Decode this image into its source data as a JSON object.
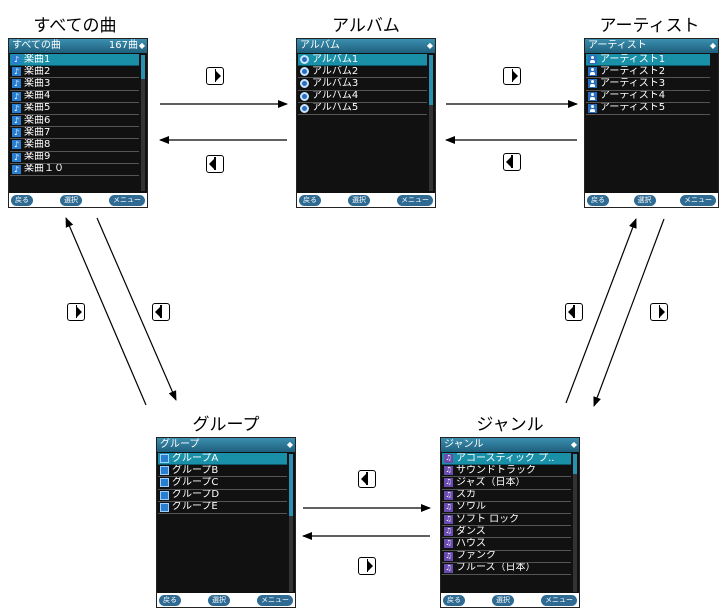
{
  "nodes": {
    "all_songs": {
      "title": "すべての曲",
      "header": "すべての曲",
      "count": "167曲",
      "items": [
        "楽曲1",
        "楽曲2",
        "楽曲3",
        "楽曲4",
        "楽曲5",
        "楽曲6",
        "楽曲7",
        "楽曲8",
        "楽曲9",
        "楽曲１０"
      ]
    },
    "album": {
      "title": "アルバム",
      "header": "アルバム",
      "items": [
        "アルバム1",
        "アルバム2",
        "アルバム3",
        "アルバム4",
        "アルバム5"
      ]
    },
    "artist": {
      "title": "アーティスト",
      "header": "アーティスト",
      "items": [
        "アーティスト1",
        "アーティスト2",
        "アーティスト3",
        "アーティスト4",
        "アーティスト5"
      ]
    },
    "group": {
      "title": "グループ",
      "header": "グループ",
      "items": [
        "グループA",
        "グループB",
        "グループC",
        "グループD",
        "グループE"
      ]
    },
    "genre": {
      "title": "ジャンル",
      "header": "ジャンル",
      "items": [
        "アコースティック プ..",
        "サウンドトラック",
        "ジャズ（日本）",
        "スカ",
        "ソウル",
        "ソフト ロック",
        "ダンス",
        "ハウス",
        "ファンク",
        "ブルース（日本）"
      ]
    }
  },
  "softkeys": {
    "back": "戻る",
    "select": "選択",
    "menu": "メニュー"
  },
  "colors": {
    "screen_bg": "#111111",
    "header": "#2a7ea0",
    "selected_row": "#1a8fa8",
    "softkey": "#2e6a92"
  }
}
